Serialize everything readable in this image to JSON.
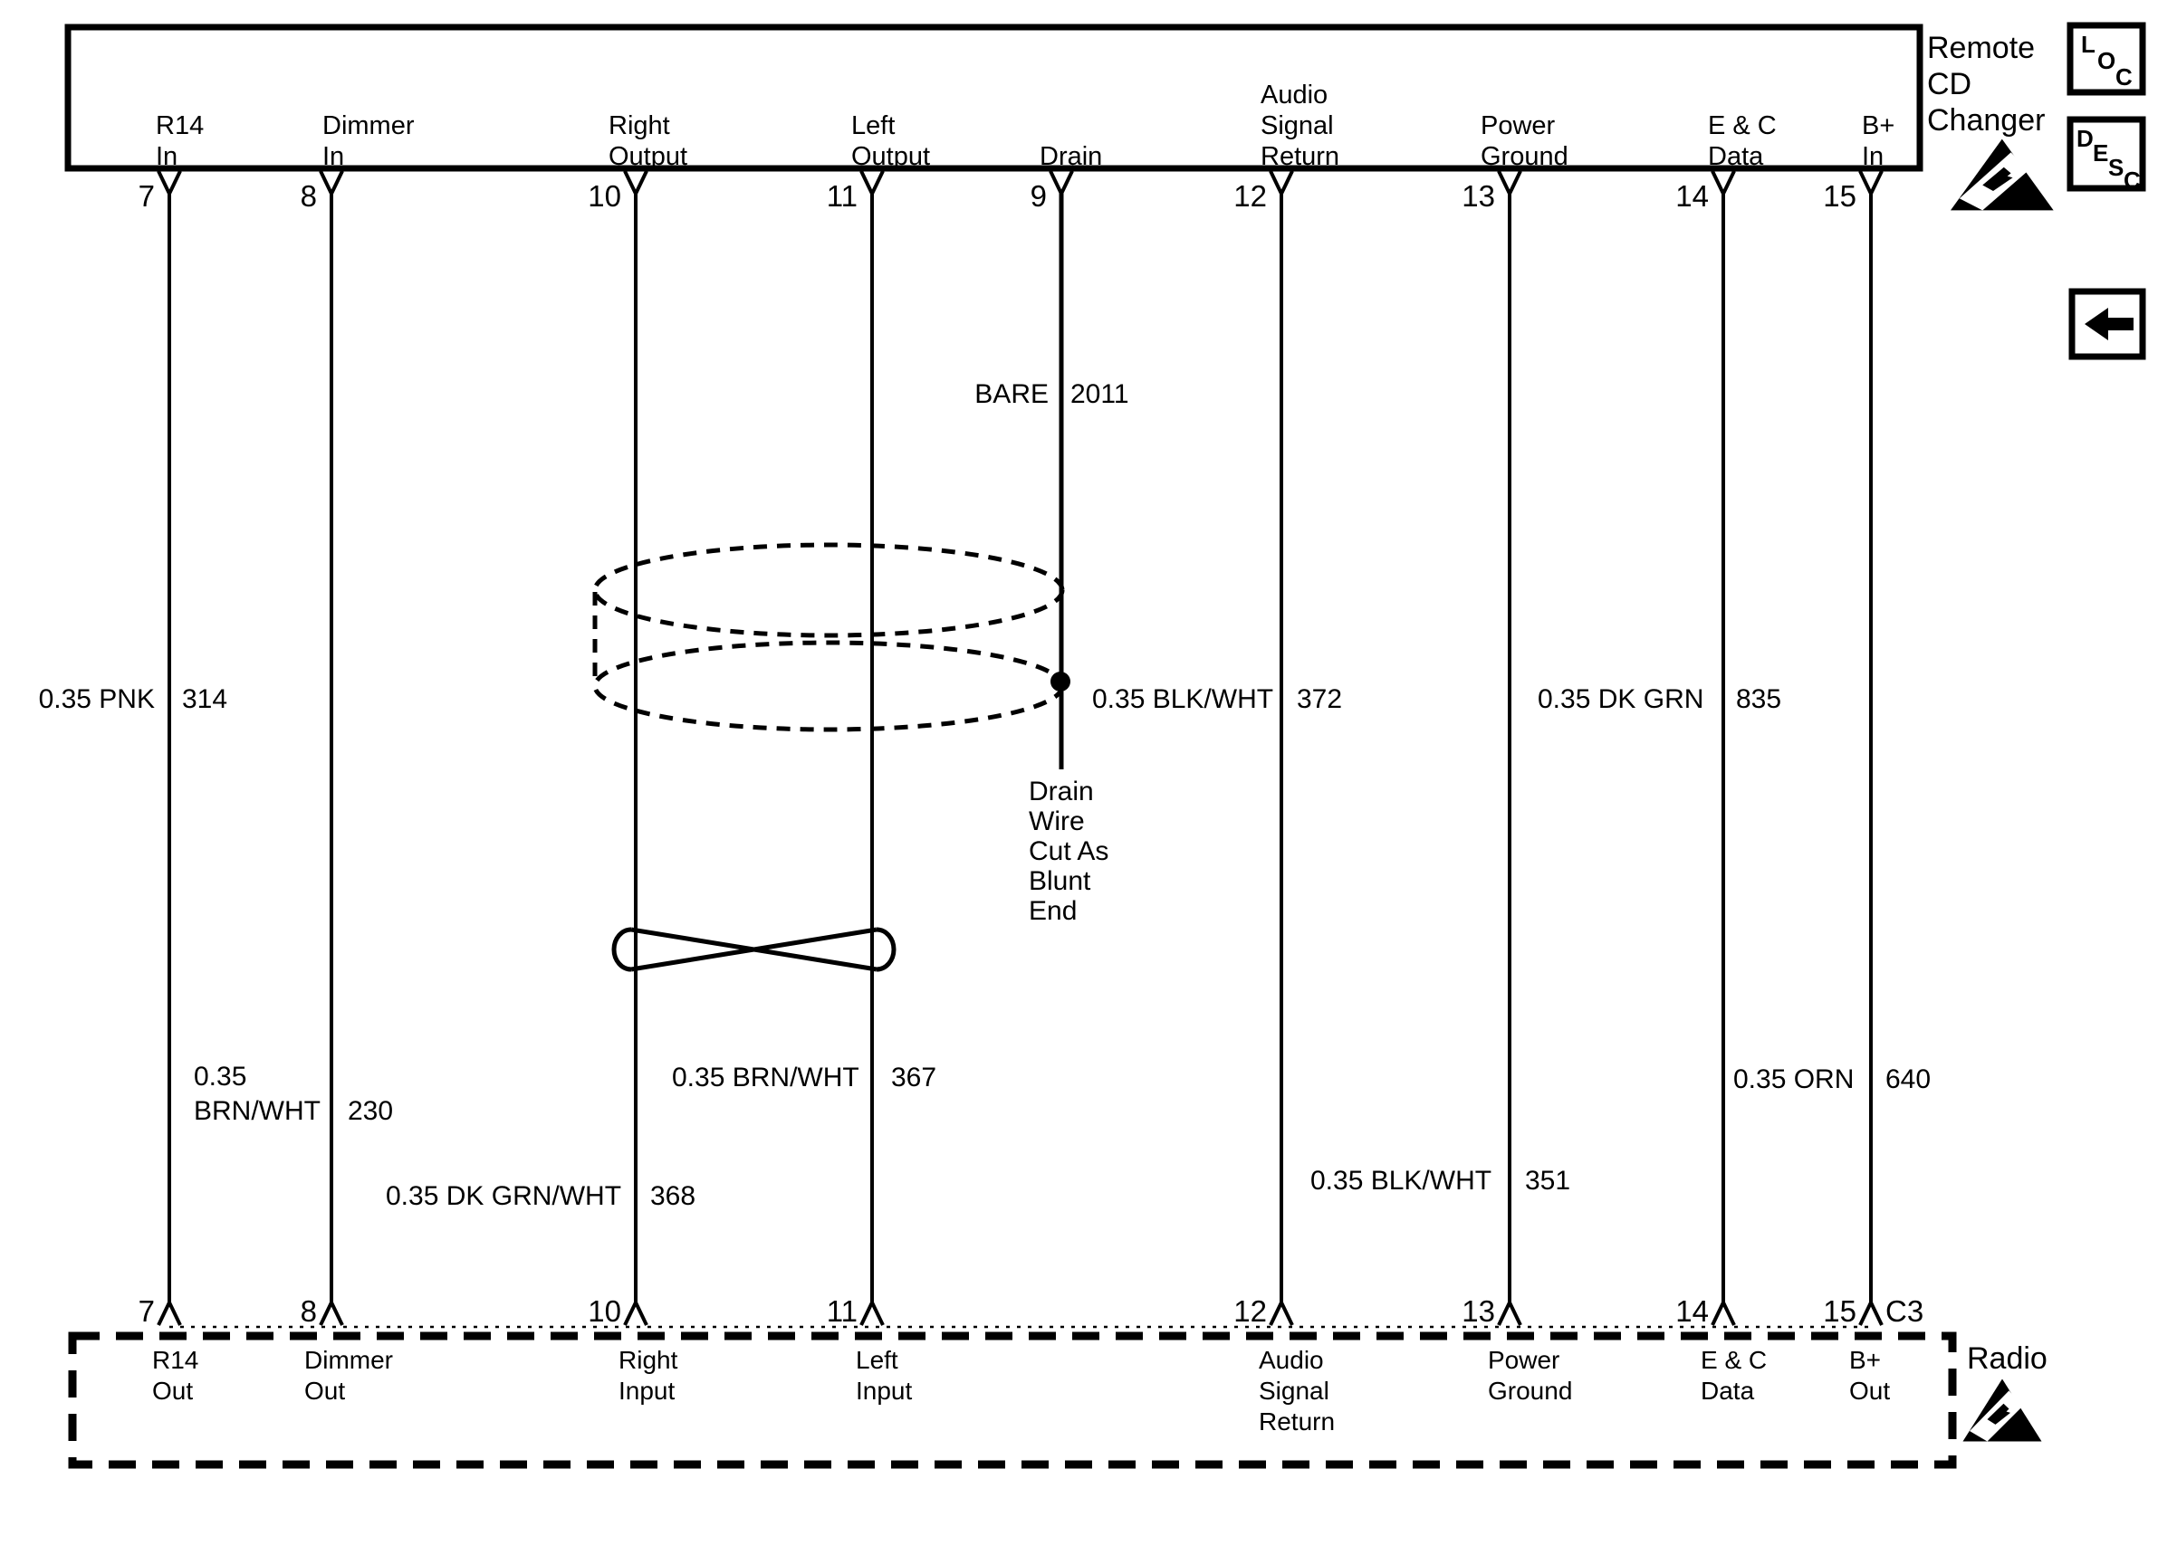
{
  "colors": {
    "line": "#000000",
    "background": "#ffffff"
  },
  "components": {
    "top": {
      "line1": "Remote",
      "line2": "CD",
      "line3": "Changer"
    },
    "bottom": {
      "name": "Radio"
    },
    "bottom_connector": "C3"
  },
  "buttons": {
    "loc": {
      "c0": "L",
      "c1": "O",
      "c2": "C"
    },
    "desc": {
      "c0": "D",
      "c1": "E",
      "c2": "S",
      "c3": "C"
    },
    "back": {
      "icon": "left-arrow"
    }
  },
  "top_pins": {
    "p7": {
      "num": "7",
      "l1": "R14",
      "l2": "In"
    },
    "p8": {
      "num": "8",
      "l1": "Dimmer",
      "l2": "In"
    },
    "p10": {
      "num": "10",
      "l1": "Right",
      "l2": "Output"
    },
    "p11": {
      "num": "11",
      "l1": "Left",
      "l2": "Output"
    },
    "p9": {
      "num": "9",
      "l1": "Drain"
    },
    "p12": {
      "num": "12",
      "l1": "Audio",
      "l2": "Signal",
      "l3": "Return"
    },
    "p13": {
      "num": "13",
      "l1": "Power",
      "l2": "Ground"
    },
    "p14": {
      "num": "14",
      "l1": "E & C",
      "l2": "Data"
    },
    "p15": {
      "num": "15",
      "l1": "B+",
      "l2": "In"
    }
  },
  "bottom_pins": {
    "p7": {
      "num": "7",
      "l1": "R14",
      "l2": "Out"
    },
    "p8": {
      "num": "8",
      "l1": "Dimmer",
      "l2": "Out"
    },
    "p10": {
      "num": "10",
      "l1": "Right",
      "l2": "Input"
    },
    "p11": {
      "num": "11",
      "l1": "Left",
      "l2": "Input"
    },
    "p12": {
      "num": "12",
      "l1": "Audio",
      "l2": "Signal",
      "l3": "Return"
    },
    "p13": {
      "num": "13",
      "l1": "Power",
      "l2": "Ground"
    },
    "p14": {
      "num": "14",
      "l1": "E & C",
      "l2": "Data"
    },
    "p15": {
      "num": "15",
      "l1": "B+",
      "l2": "Out"
    }
  },
  "wire_labels": {
    "w7": {
      "color": "0.35 PNK",
      "circuit": "314"
    },
    "w8": {
      "color_l1": "0.35",
      "color_l2": "BRN/WHT",
      "circuit": "230"
    },
    "w10": {
      "color": "0.35 DK GRN/WHT",
      "circuit": "368"
    },
    "w11": {
      "color": "0.35 BRN/WHT",
      "circuit": "367"
    },
    "w9": {
      "color": "BARE",
      "circuit": "2011"
    },
    "w12": {
      "color": "0.35 BLK/WHT",
      "circuit": "372"
    },
    "w13": {
      "color": "0.35 BLK/WHT",
      "circuit": "351"
    },
    "w14": {
      "color": "0.35 DK GRN",
      "circuit": "835"
    },
    "w15": {
      "color": "0.35 ORN",
      "circuit": "640"
    }
  },
  "drain_note": {
    "l1": "Drain",
    "l2": "Wire",
    "l3": "Cut As",
    "l4": "Blunt",
    "l5": "End"
  }
}
